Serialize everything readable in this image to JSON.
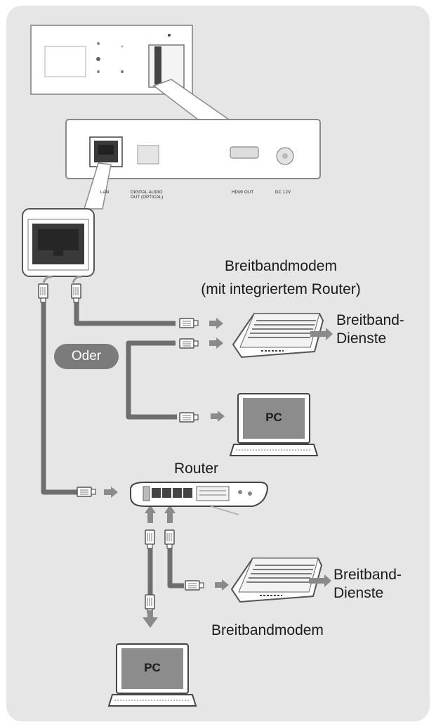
{
  "device_ports": {
    "lan": "LAN",
    "digital_audio_out": "DIGITAL AUDIO OUT (OPTICAL)",
    "hdmi_out": "HDMI OUT",
    "dc_in": "DC 12V"
  },
  "labels": {
    "modem_with_router_line1": "Breitbandmodem",
    "modem_with_router_line2": "(mit integriertem Router)",
    "broadband_services_top": "Breitband-\nDienste",
    "or": "Oder",
    "pc_top": "PC",
    "router": "Router",
    "broadband_services_bottom": "Breitband-\nDienste",
    "modem_bottom": "Breitbandmodem",
    "pc_bottom": "PC"
  },
  "colors": {
    "panel_bg": "#e6e6e6",
    "cable": "#6e6e6e",
    "arrow": "#8a8a8a",
    "device": "#ffffff",
    "screen": "#8c8c8c",
    "oder_bg": "#7b7b7b"
  }
}
